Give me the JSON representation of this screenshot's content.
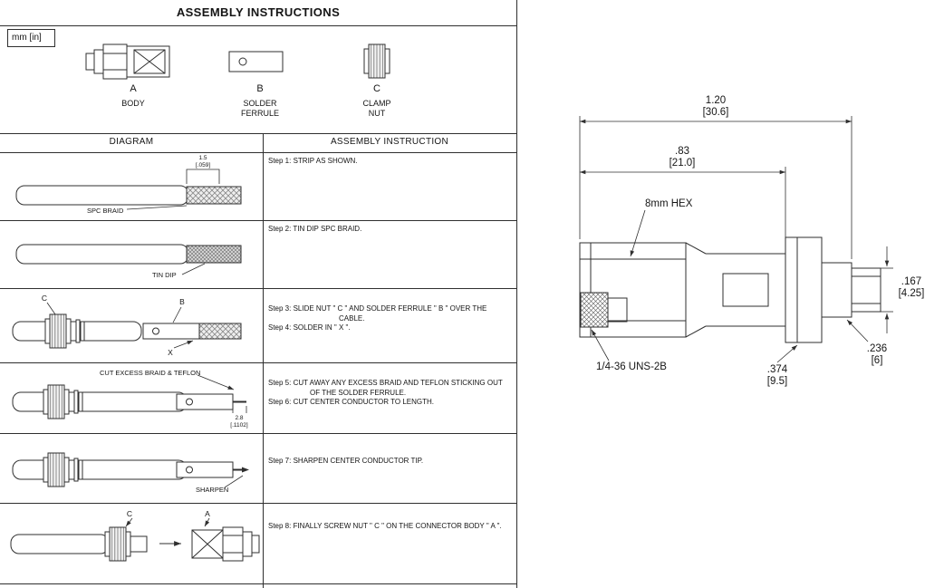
{
  "page": {
    "title": "ASSEMBLY INSTRUCTIONS",
    "units_note": "mm [in]"
  },
  "parts": [
    {
      "letter": "A",
      "name": "BODY"
    },
    {
      "letter": "B",
      "name": "SOLDER\nFERRULE"
    },
    {
      "letter": "C",
      "name": "CLAMP\nNUT"
    }
  ],
  "table": {
    "headers": {
      "diagram": "DIAGRAM",
      "instruction": "ASSEMBLY INSTRUCTION"
    },
    "rows": [
      {
        "instruction_lines": [
          "Step 1: STRIP AS SHOWN."
        ]
      },
      {
        "instruction_lines": [
          "Step 2: TIN DIP SPC BRAID."
        ]
      },
      {
        "instruction_lines": [
          "Step 3: SLIDE NUT \" C \" AND SOLDER FERRULE \" B \" OVER THE",
          "CABLE.",
          "Step 4: SOLDER IN \" X \"."
        ]
      },
      {
        "instruction_lines": [
          "Step 5: CUT AWAY ANY EXCESS BRAID AND TEFLON STICKING OUT",
          "OF THE SOLDER FERRULE.",
          "Step 6: CUT CENTER CONDUCTOR TO LENGTH."
        ]
      },
      {
        "instruction_lines": [
          "Step 7: SHARPEN CENTER CONDUCTOR TIP."
        ]
      },
      {
        "instruction_lines": [
          "Step 8: FINALLY SCREW NUT \" C \" ON THE CONNECTOR BODY \" A \"."
        ]
      }
    ]
  },
  "diagram_labels": {
    "strip_dim": {
      "value": "1.5",
      "bracket": "[.059]"
    },
    "spc_braid": "SPC BRAID",
    "tin_dip": "TIN DIP",
    "nut_ref": "C",
    "ferrule_ref": "B",
    "solder_ref": "X",
    "cut_note": "CUT EXCESS BRAID & TEFLON",
    "tip_dim": {
      "value": "2.8",
      "bracket": "[.1102]"
    },
    "sharpen": "SHARPEN",
    "body_ref": "A"
  },
  "drawing": {
    "overall_length": {
      "value": "1.20",
      "bracket": "[30.6]"
    },
    "body_length": {
      "value": ".83",
      "bracket": "[21.0]"
    },
    "hex_note": "8mm HEX",
    "thread_note": "1/4-36 UNS-2B",
    "hex_dia": {
      "value": ".374",
      "bracket": "[9.5]"
    },
    "pin_dia": {
      "value": ".167",
      "bracket": "[4.25]"
    },
    "tube_dia": {
      "value": ".236",
      "bracket": "[6]"
    }
  }
}
